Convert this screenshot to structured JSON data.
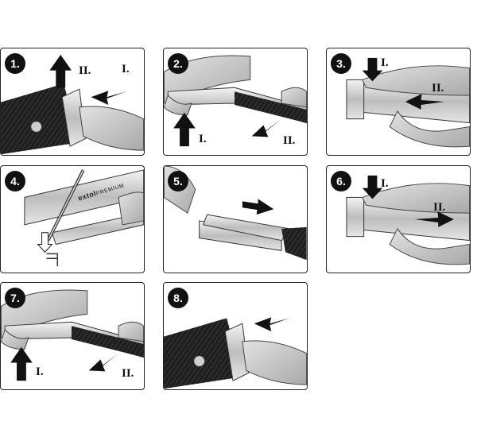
{
  "steps": [
    {
      "number": "1.",
      "labels": [
        "II.",
        "I."
      ]
    },
    {
      "number": "2.",
      "labels": [
        "I.",
        "II."
      ]
    },
    {
      "number": "3.",
      "labels": [
        "I.",
        "II."
      ]
    },
    {
      "number": "4.",
      "labels": [],
      "brand": "extol",
      "brand_line": "PREMIUM"
    },
    {
      "number": "5.",
      "labels": []
    },
    {
      "number": "6.",
      "labels": [
        "I.",
        "II."
      ]
    },
    {
      "number": "7.",
      "labels": [
        "I.",
        "II."
      ]
    },
    {
      "number": "8.",
      "labels": []
    }
  ],
  "colors": {
    "grip": "#1c1c1c",
    "metal": "#d8d8d8",
    "skin": "#cfcfcf",
    "ink": "#111111"
  }
}
